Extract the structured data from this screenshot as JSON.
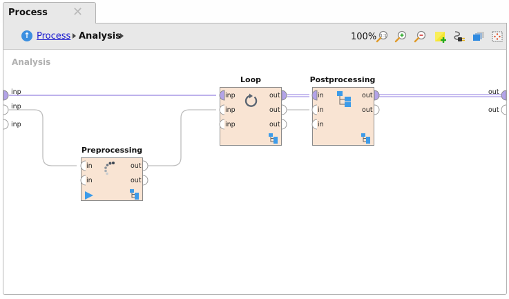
{
  "tab": {
    "title": "Process",
    "close_icon": "close-icon"
  },
  "breadcrumb": {
    "up_icon": "navigate-up-icon",
    "parent": "Process",
    "current": "Analysis"
  },
  "toolbar": {
    "zoom_level": "100%",
    "icons": [
      "zoom-reset-icon",
      "zoom-in-icon",
      "zoom-out-icon",
      "add-note-icon",
      "auto-wire-icon",
      "arrange-operators-icon",
      "fit-to-view-icon"
    ]
  },
  "canvas": {
    "label": "Analysis",
    "left_ports": [
      {
        "label": "inp",
        "connected": true
      },
      {
        "label": "inp",
        "connected": true
      },
      {
        "label": "inp",
        "connected": false
      }
    ],
    "right_ports": [
      {
        "label": "out",
        "connected": true
      },
      {
        "label": "out",
        "connected": false
      }
    ],
    "operators": {
      "loop": {
        "title": "Loop",
        "inputs": [
          "inp",
          "inp",
          "inp"
        ],
        "outputs": [
          "out",
          "out",
          "out"
        ],
        "icon": "loop-icon"
      },
      "postprocessing": {
        "title": "Postprocessing",
        "inputs": [
          "in",
          "in",
          "in"
        ],
        "outputs": [
          "out",
          "out"
        ],
        "icon": "subprocess-icon"
      },
      "preprocessing": {
        "title": "Preprocessing",
        "inputs": [
          "in",
          "in"
        ],
        "outputs": [
          "out",
          "out"
        ],
        "icon": "running-spinner-icon"
      }
    }
  },
  "colors": {
    "operator_fill": "#f9e4d3",
    "active_port": "#b3a3e8",
    "active_wire": "#9c8de0",
    "inactive_wire": "#b8b8b8"
  }
}
